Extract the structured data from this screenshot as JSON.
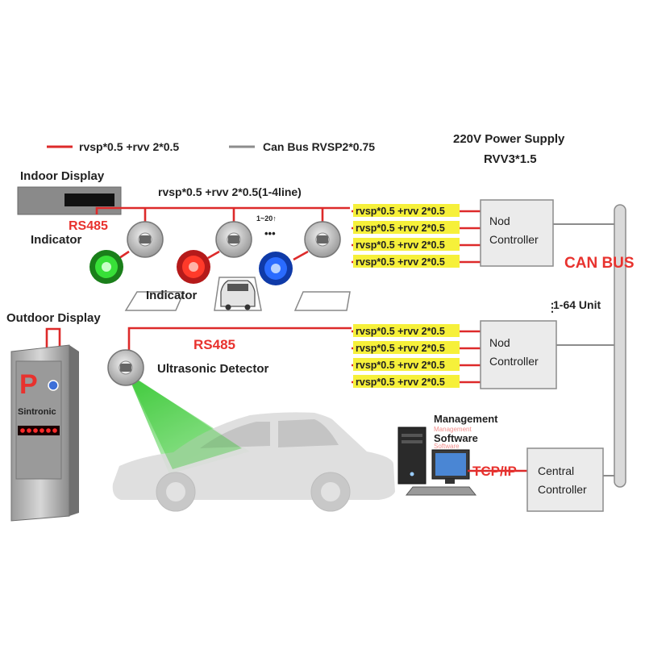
{
  "legend": {
    "signal_cable": "rvsp*0.5 +rvv 2*0.5",
    "can_cable": "Can Bus RVSP2*0.75"
  },
  "power": {
    "line1": "220V Power Supply",
    "line2": "RVV3*1.5"
  },
  "indoor": {
    "title": "Indoor Display",
    "rs485": "RS485",
    "indicator_left": "Indicator",
    "indicator_center": "Indicator",
    "chain_cable": "rvsp*0.5 +rvv 2*0.5(1-4line)",
    "range_label": "1~20↑",
    "dots": "•••"
  },
  "node1": {
    "cables": [
      "rvsp*0.5 +rvv 2*0.5",
      "rvsp*0.5 +rvv 2*0.5",
      "rvsp*0.5 +rvv 2*0.5",
      "rvsp*0.5 +rvv 2*0.5"
    ],
    "line1": "Nod",
    "line2": "Controller"
  },
  "can_bus": "CAN BUS",
  "units": "1-64 Unit",
  "outdoor": {
    "title": "Outdoor Display",
    "rs485": "RS485",
    "detector": "Ultrasonic Detector",
    "brand": "Sintronic",
    "p_letter": "P"
  },
  "node2": {
    "cables": [
      "rvsp*0.5 +rvv 2*0.5",
      "rvsp*0.5 +rvv 2*0.5",
      "rvsp*0.5 +rvv 2*0.5",
      "rvsp*0.5 +rvv 2*0.5"
    ],
    "line1": "Nod",
    "line2": "Controller"
  },
  "management": {
    "line1": "Management",
    "line2": "Software",
    "faint1": "Management",
    "faint2": "Software"
  },
  "tcpip": "TCP/IP",
  "central": {
    "line1": "Central",
    "line2": "Controller"
  },
  "colors": {
    "cable_red": "#dd2a2a",
    "can_gray": "#8c8c8c",
    "highlight": "#f6f03a",
    "label_red": "#e8322e",
    "beam_green": "#22c31e"
  }
}
